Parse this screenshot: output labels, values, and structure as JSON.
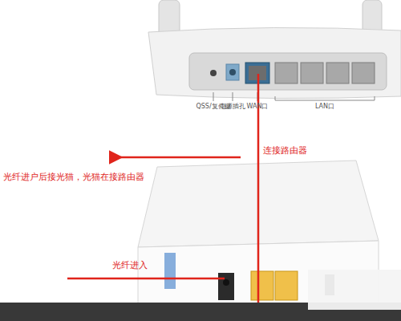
{
  "diagram": {
    "labels": [
      "QSS/复位键",
      "电源插孔",
      "WAN口",
      "LAN口",
      "连接路由器",
      "光纤进户后接光猫，光猫在接路由器",
      "光纤进入"
    ]
  }
}
